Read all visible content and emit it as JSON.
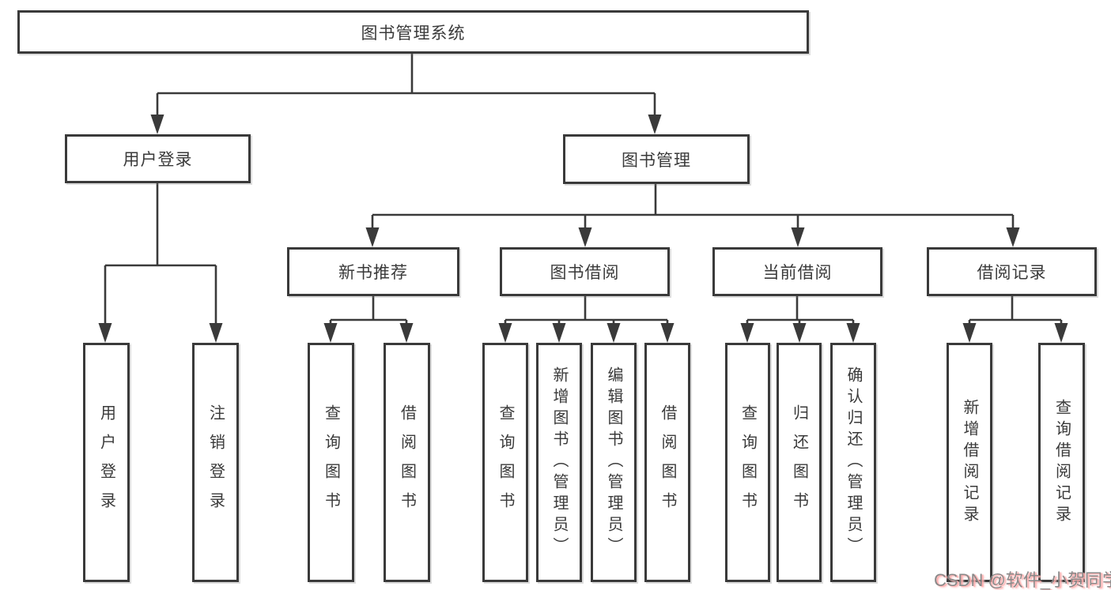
{
  "diagram": {
    "title": "图书管理系统",
    "root": {
      "label": "图书管理系统"
    },
    "branches": [
      {
        "label": "用户登录",
        "children": [
          {
            "label": "用户登录"
          },
          {
            "label": "注销登录"
          }
        ]
      },
      {
        "label": "图书管理",
        "children": [
          {
            "label": "新书推荐",
            "children": [
              {
                "label": "查询图书"
              },
              {
                "label": "借阅图书"
              }
            ]
          },
          {
            "label": "图书借阅",
            "children": [
              {
                "label": "查询图书"
              },
              {
                "label": "新增图书（管理员）"
              },
              {
                "label": "编辑图书（管理员）"
              },
              {
                "label": "借阅图书"
              }
            ]
          },
          {
            "label": "当前借阅",
            "children": [
              {
                "label": "查询图书"
              },
              {
                "label": "归还图书"
              },
              {
                "label": "确认归还（管理员）"
              }
            ]
          },
          {
            "label": "借阅记录",
            "children": [
              {
                "label": "新增借阅记录"
              },
              {
                "label": "查询借阅记录"
              }
            ]
          }
        ]
      }
    ]
  },
  "watermark": {
    "text": "CSDN @软件_小贺同学"
  },
  "colors": {
    "line": "#3a3a3a",
    "box_border": "#3a3a3a",
    "box_fill": "#ffffff",
    "text": "#3a3a3a",
    "watermark_text": "#8a8a8a",
    "watermark_shadow": "#ffadad",
    "background": "#ffffff"
  }
}
